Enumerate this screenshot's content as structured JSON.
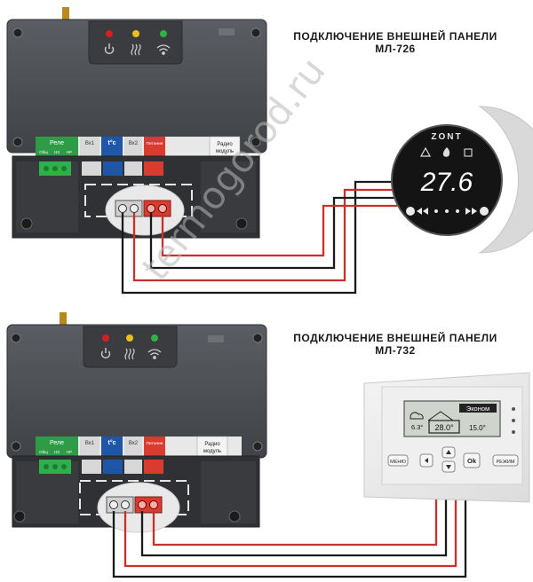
{
  "sections": [
    {
      "title_line1": "ПОДКЛЮЧЕНИЕ ВНЕШНЕЙ ПАНЕЛИ",
      "title_line2": "МЛ-726"
    },
    {
      "title_line1": "ПОДКЛЮЧЕНИЕ ВНЕШНЕЙ ПАНЕЛИ",
      "title_line2": "МЛ-732"
    }
  ],
  "controller": {
    "relay_label": "Реле",
    "relay_sub": [
      "Общ",
      "НЗ",
      "НР"
    ],
    "in1_label": "Вх1",
    "temp_label": "t°c",
    "in2_label": "Вх2",
    "power_label": "Питание",
    "radio_label_1": "Радио",
    "radio_label_2": "модуль",
    "led_colors": [
      "#d42020",
      "#e8c21a",
      "#2fb14a"
    ]
  },
  "panel_726": {
    "brand": "ZONT",
    "temperature": "27.6"
  },
  "panel_732": {
    "mode_badge": "Эконом",
    "outdoor_temp": "6.3°",
    "set_temp": "28.0°",
    "room_temp": "15.0°",
    "menu_label": "МЕНЮ",
    "ok_label": "Ok",
    "mode_label": "РЕЖИМ"
  },
  "watermark": "termogorod.ru",
  "colors": {
    "wire_red": "#c9302c",
    "wire_black": "#1a1a1a",
    "body_dark": "#4a4d52",
    "panel_dark": "#141414"
  }
}
